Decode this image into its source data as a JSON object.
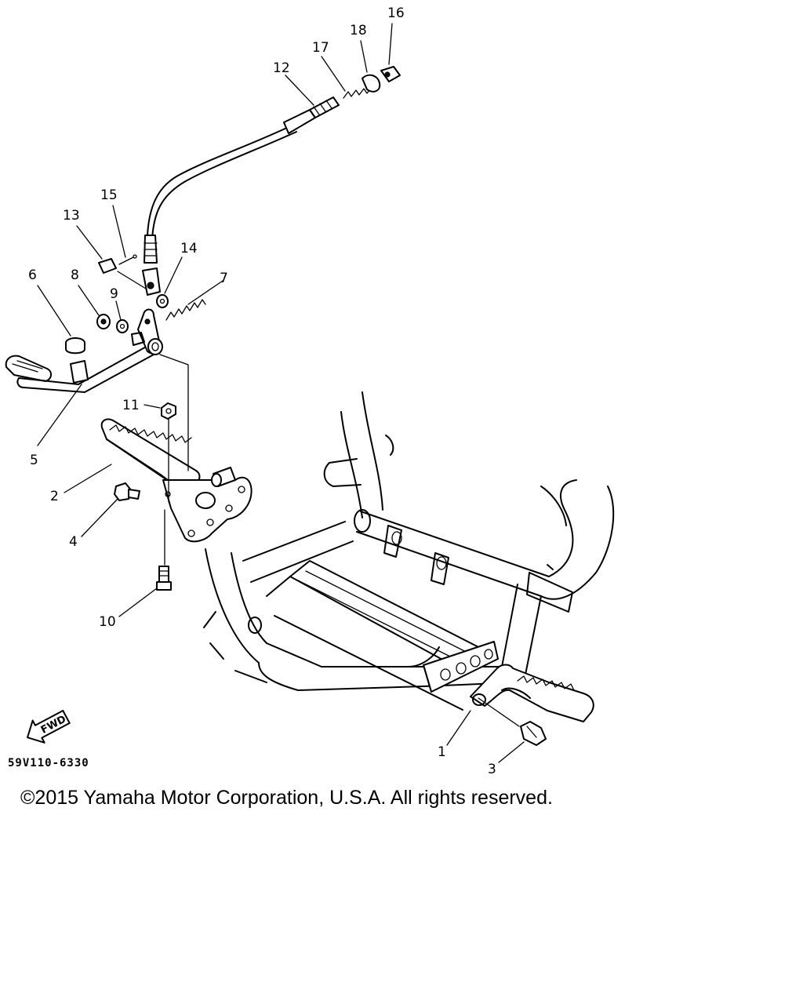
{
  "diagram": {
    "code": "59V110-6330",
    "copyright": "©2015 Yamaha Motor Corporation, U.S.A. All rights reserved.",
    "fwd_label": "FWD",
    "callouts": {
      "c1": "1",
      "c2": "2",
      "c3": "3",
      "c4": "4",
      "c5": "5",
      "c6": "6",
      "c7": "7",
      "c8": "8",
      "c9": "9",
      "c10": "10",
      "c11": "11",
      "c12": "12",
      "c13": "13",
      "c14": "14",
      "c15": "15",
      "c16": "16",
      "c17": "17",
      "c18": "18"
    }
  }
}
